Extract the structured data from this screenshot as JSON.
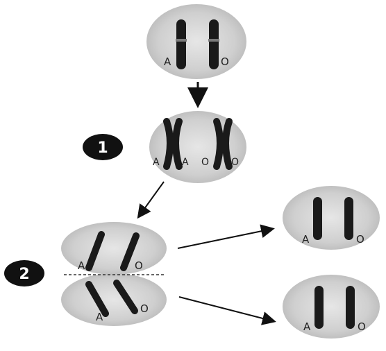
{
  "stage_markers": [
    {
      "number": "1"
    },
    {
      "number": "2"
    }
  ],
  "cells": {
    "parent": {
      "left_label": "A",
      "right_label": "O"
    },
    "replicated": {
      "labels": [
        "A",
        "A",
        "O",
        "O"
      ]
    },
    "dividing": {
      "top_left": "A",
      "top_right": "O",
      "bottom_left": "A",
      "bottom_right": "O"
    },
    "daughter_top": {
      "left_label": "A",
      "right_label": "O"
    },
    "daughter_bottom": {
      "left_label": "A",
      "right_label": "O"
    }
  },
  "colors": {
    "cell_fill": "#d6d6d6",
    "cell_edge": "#ececec",
    "chromosome": "#1a1a1a",
    "marker_fill": "#111111",
    "marker_text": "#ffffff",
    "arrow": "#111111"
  }
}
